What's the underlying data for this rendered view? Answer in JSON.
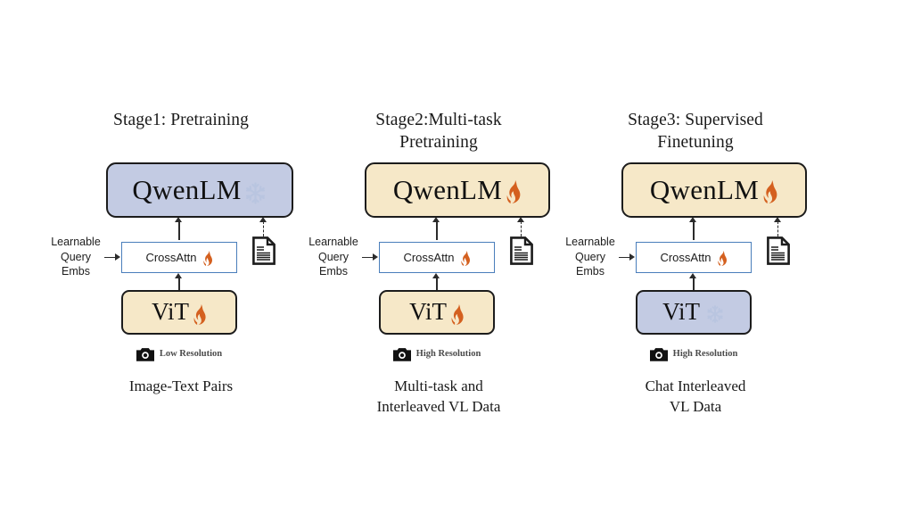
{
  "diagram": {
    "title_present": false,
    "background": "#ffffff",
    "colors": {
      "frozen_fill": "#c3cbe3",
      "trainable_fill": "#f6e8c8",
      "crossattn_border": "#4a7ebb",
      "crossattn_fill": "#ffffff",
      "box_border": "#1c1c1c",
      "flame": "#d4601f",
      "snowflake": "#b9c5e0",
      "connector": "#2b2b2b",
      "text": "#1a1a1a",
      "resolution_text": "#4b4b4b"
    },
    "common": {
      "lm_label": "QwenLM",
      "crossattn_label": "CrossAttn",
      "vit_label": "ViT",
      "query_line1": "Learnable",
      "query_line2": "Query",
      "query_line3": "Embs",
      "doc_icon": "document-icon",
      "camera_icon": "camera-icon",
      "flame_icon": "flame-icon",
      "snowflake_icon": "snowflake-icon"
    },
    "stages": [
      {
        "id": "stage1",
        "title_line1": "Stage1: Pretraining",
        "title_line2": "",
        "lm": {
          "label": "QwenLM",
          "state": "frozen",
          "badge": "snowflake-icon"
        },
        "crossattn": {
          "label": "CrossAttn",
          "state": "trainable",
          "badge": "flame-icon"
        },
        "vit": {
          "label": "ViT",
          "state": "trainable",
          "badge": "flame-icon"
        },
        "resolution": "Low Resolution",
        "dataset_line1": "Image-Text Pairs",
        "dataset_line2": ""
      },
      {
        "id": "stage2",
        "title_line1": "Stage2:Multi-task",
        "title_line2": "Pretraining",
        "lm": {
          "label": "QwenLM",
          "state": "trainable",
          "badge": "flame-icon"
        },
        "crossattn": {
          "label": "CrossAttn",
          "state": "trainable",
          "badge": "flame-icon"
        },
        "vit": {
          "label": "ViT",
          "state": "trainable",
          "badge": "flame-icon"
        },
        "resolution": "High Resolution",
        "dataset_line1": "Multi-task and",
        "dataset_line2": "Interleaved VL Data"
      },
      {
        "id": "stage3",
        "title_line1": "Stage3: Supervised",
        "title_line2": "Finetuning",
        "lm": {
          "label": "QwenLM",
          "state": "trainable",
          "badge": "flame-icon"
        },
        "crossattn": {
          "label": "CrossAttn",
          "state": "trainable",
          "badge": "flame-icon"
        },
        "vit": {
          "label": "ViT",
          "state": "frozen",
          "badge": "snowflake-icon"
        },
        "resolution": "High Resolution",
        "dataset_line1": "Chat Interleaved",
        "dataset_line2": "VL Data"
      }
    ]
  }
}
